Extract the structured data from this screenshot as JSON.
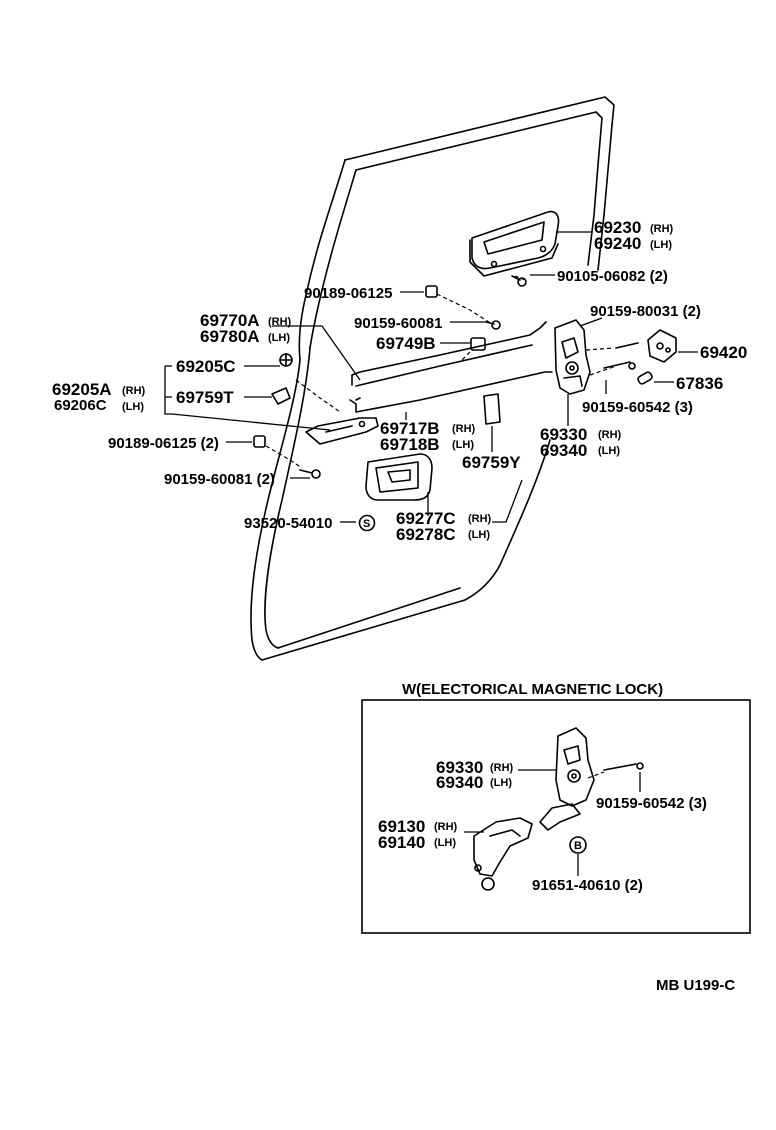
{
  "callouts": {
    "c69230": {
      "part": "69230",
      "side": "(RH)"
    },
    "c69240": {
      "part": "69240",
      "side": "(LH)"
    },
    "c90105": {
      "part": "90105-06082 (2)"
    },
    "c90189a": {
      "part": "90189-06125"
    },
    "c90159b": {
      "part": "90159-80031 (2)"
    },
    "c69770": {
      "part": "69770A",
      "side": "(RH)"
    },
    "c69780": {
      "part": "69780A",
      "side": "(LH)"
    },
    "c90159a": {
      "part": "90159-60081"
    },
    "c69420": {
      "part": "69420"
    },
    "c69749": {
      "part": "69749B"
    },
    "c69205c": {
      "part": "69205C"
    },
    "c67836": {
      "part": "67836"
    },
    "c69205a": {
      "part": "69205A",
      "side": "(RH)"
    },
    "c69206c": {
      "part": "69206C",
      "side": "(LH)"
    },
    "c69759t": {
      "part": "69759T"
    },
    "c90159c": {
      "part": "90159-60542 (3)"
    },
    "c69717": {
      "part": "69717B",
      "side": "(RH)"
    },
    "c69718": {
      "part": "69718B",
      "side": "(LH)"
    },
    "c69330": {
      "part": "69330",
      "side": "(RH)"
    },
    "c69340": {
      "part": "69340",
      "side": "(LH)"
    },
    "c90189b": {
      "part": "90189-06125 (2)"
    },
    "c69759y": {
      "part": "69759Y"
    },
    "c90159d": {
      "part": "90159-60081 (2)"
    },
    "c93520": {
      "part": "93520-54010",
      "symbol": "S"
    },
    "c69277": {
      "part": "69277C",
      "side": "(RH)"
    },
    "c69278": {
      "part": "69278C",
      "side": "(LH)"
    }
  },
  "inset": {
    "title": "W(ELECTORICAL  MAGNETIC  LOCK)",
    "c69330": {
      "part": "69330",
      "side": "(RH)"
    },
    "c69340": {
      "part": "69340",
      "side": "(LH)"
    },
    "c90159": {
      "part": "90159-60542 (3)"
    },
    "c69130": {
      "part": "69130",
      "side": "(RH)"
    },
    "c69140": {
      "part": "69140",
      "side": "(LH)"
    },
    "symbol_b": "B",
    "c91651": {
      "part": "91651-40610 (2)"
    }
  },
  "footer": {
    "code": "MB  U199-C"
  }
}
